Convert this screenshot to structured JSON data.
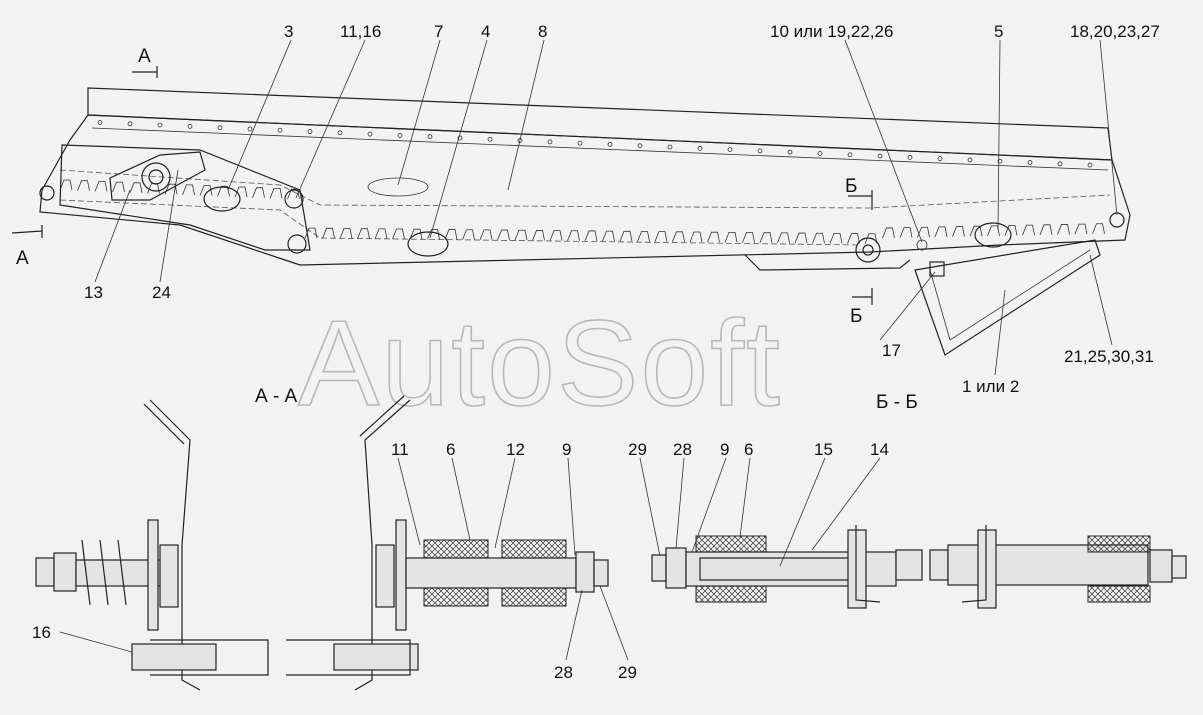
{
  "watermark": "AutoSoft",
  "sections": {
    "aa": "А - А",
    "bb": "Б - Б"
  },
  "markers": {
    "a_top": "А",
    "a_bottom": "А",
    "b_top": "Б",
    "b_bottom": "Б"
  },
  "callouts": [
    "3",
    "11,16",
    "7",
    "4",
    "8",
    "10 или 19,22,26",
    "5",
    "18,20,23,27",
    "13",
    "24",
    "17",
    "21,25,30,31",
    "1 или 2",
    "11",
    "6",
    "12",
    "9",
    "16",
    "28",
    "29",
    "29",
    "28",
    "9",
    "6",
    "15",
    "14"
  ]
}
